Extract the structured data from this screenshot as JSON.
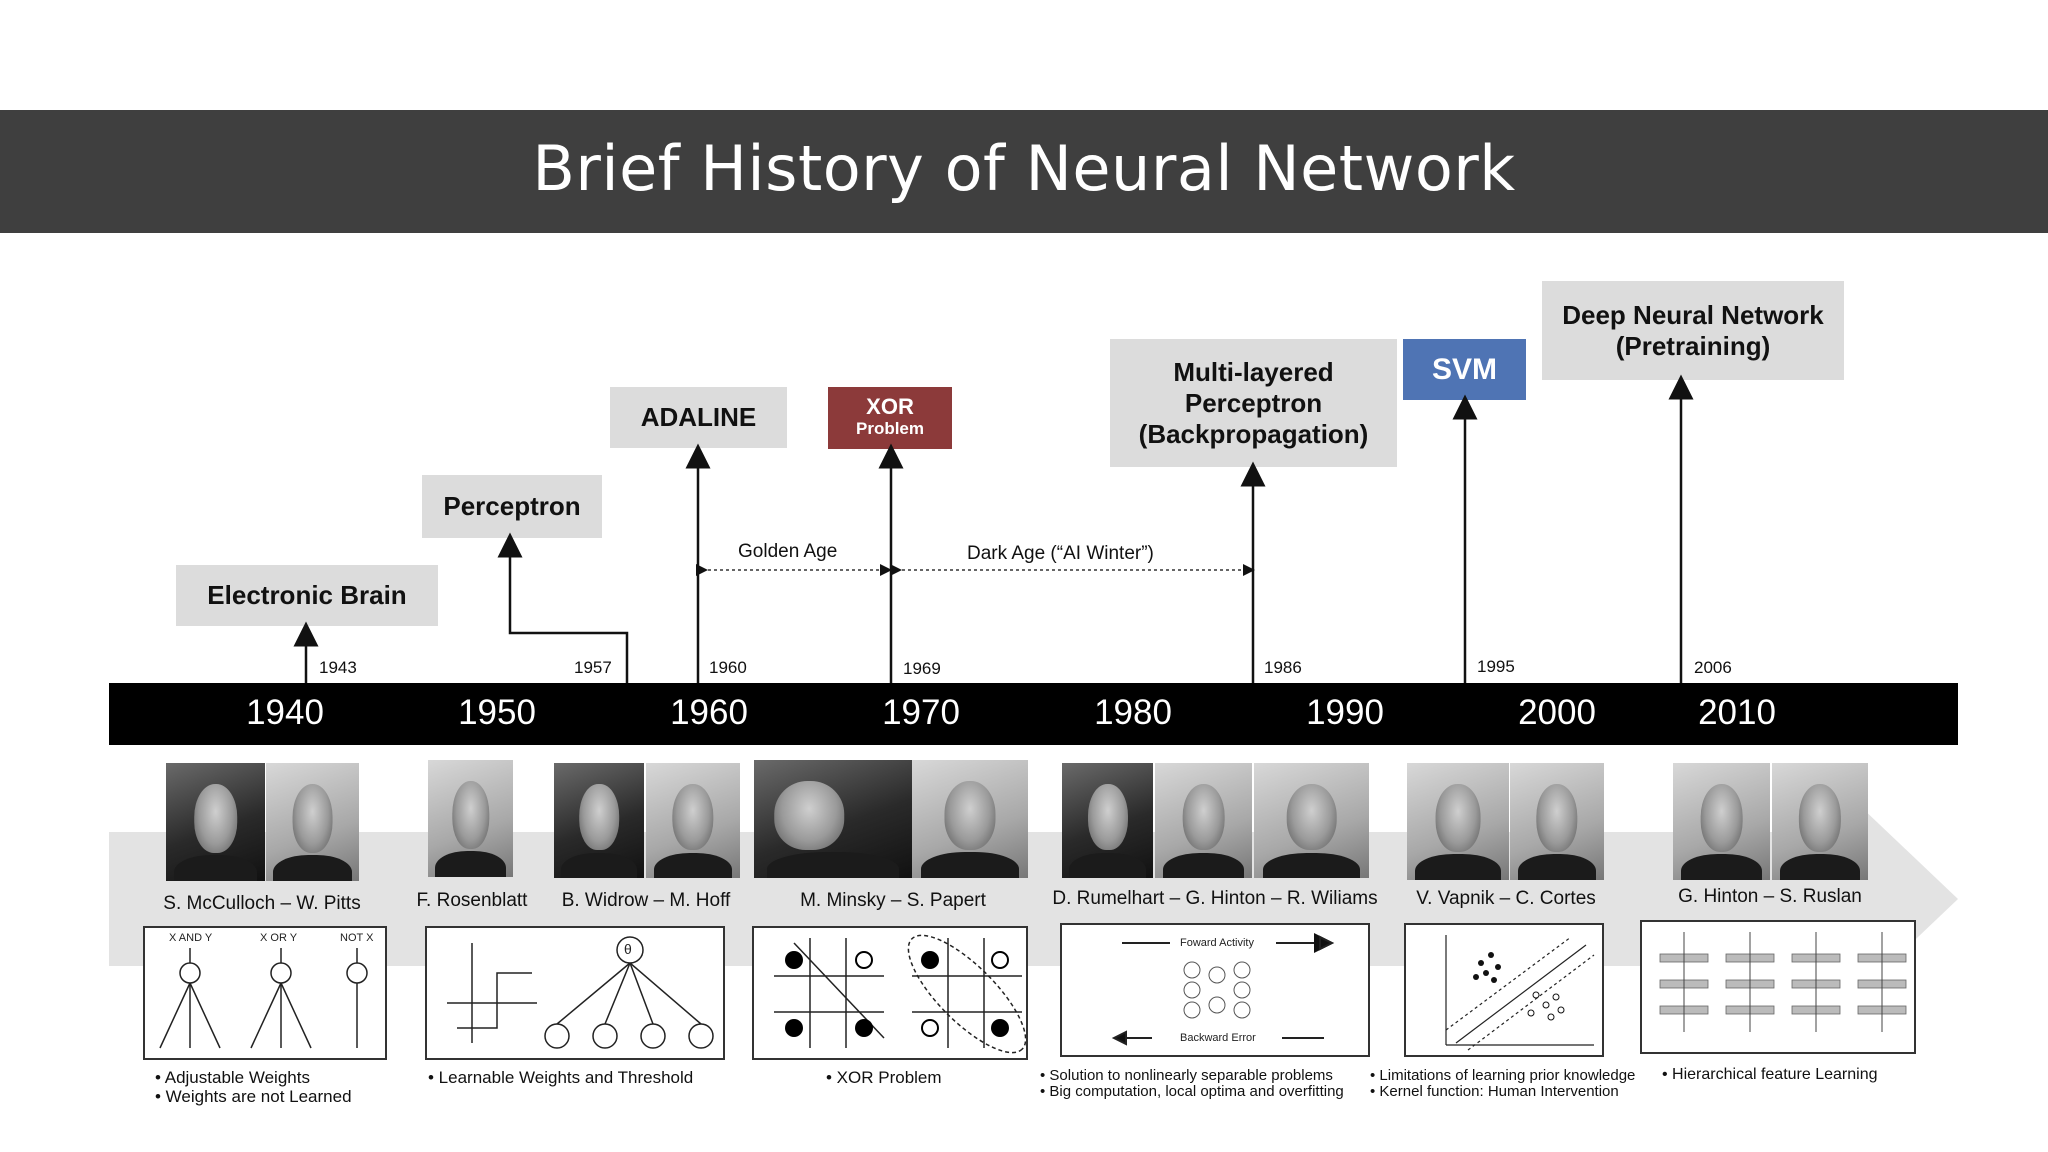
{
  "title": "Brief History of Neural Network",
  "eras": {
    "electronic_brain": "Electronic Brain",
    "perceptron": "Perceptron",
    "adaline": "ADALINE",
    "xor_title": "XOR",
    "xor_sub": "Problem",
    "mlp": "Multi-layered Perceptron (Backpropagation)",
    "svm": "SVM",
    "dnn": "Deep Neural Network (Pretraining)"
  },
  "event_years": [
    "1943",
    "1957",
    "1960",
    "1969",
    "1986",
    "1995",
    "2006"
  ],
  "ages": {
    "golden": "Golden Age",
    "dark": "Dark Age (“AI Winter”)"
  },
  "decades": [
    "1940",
    "1950",
    "1960",
    "1970",
    "1980",
    "1990",
    "2000",
    "2010"
  ],
  "people": [
    "S. McCulloch – W. Pitts",
    "F. Rosenblatt",
    "B. Widrow – M. Hoff",
    "M. Minsky – S. Papert",
    "D. Rumelhart – G. Hinton – R. Wiliams",
    "V. Vapnik – C. Cortes",
    "G. Hinton – S. Ruslan"
  ],
  "diagram_labels": {
    "gates": [
      "X AND Y",
      "X OR Y",
      "NOT X"
    ],
    "forward": "Foward Activity",
    "backward": "Backward Error",
    "theta": "θ"
  },
  "bullets": {
    "b1_1": "• Adjustable Weights",
    "b1_2": "• Weights are not Learned",
    "b2": "• Learnable Weights  and Threshold",
    "b3": "• XOR Problem",
    "b4_1": "• Solution to nonlinearly separable problems",
    "b4_2": "• Big computation, local optima and overfitting",
    "b5_1": "• Limitations of learning prior knowledge",
    "b5_2": "• Kernel function: Human Intervention",
    "b6": "• Hierarchical feature Learning"
  },
  "colors": {
    "title_bar": "#3f3f3f",
    "era_box": "#dcdcdc",
    "xor_box": "#8c3a3a",
    "svm_box": "#4f74b4",
    "timeline": "#000000",
    "band": "#e3e3e3"
  }
}
